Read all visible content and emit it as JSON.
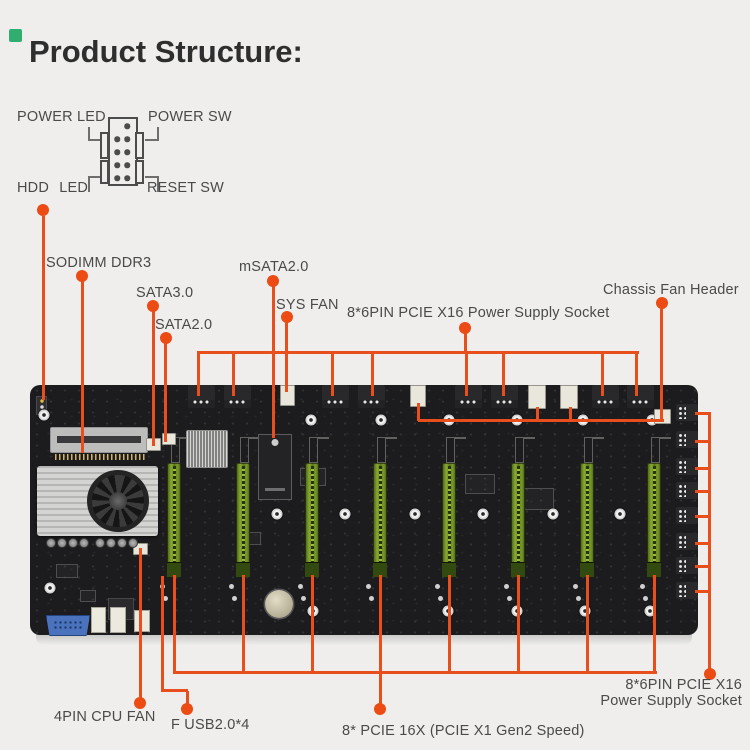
{
  "title": "Product Structure:",
  "logo_color": "#2fae70",
  "pin_header": {
    "power_led": "POWER LED",
    "power_sw": "POWER SW",
    "hdd_led": "HDD LED",
    "reset_sw": "RESET SW"
  },
  "callouts": {
    "sodimm": "SODIMM DDR3",
    "sata3": "SATA3.0",
    "sata2": "SATA2.0",
    "msata": "mSATA2.0",
    "sys_fan": "SYS FAN",
    "psu_top": "8*6PIN PCIE X16 Power Supply Socket",
    "chassis_fan": "Chassis Fan Header",
    "psu_right_line1": "8*6PIN PCIE X16",
    "psu_right_line2": "Power Supply Socket",
    "cpu_fan": "4PIN CPU FAN",
    "f_usb": "F USB2.0*4",
    "pcie": "8* PCIE 16X (PCIE X1 Gen2 Speed)"
  },
  "colors": {
    "accent": "#e94f1d",
    "board": "#1c1c1e",
    "slot_green": "#6f8f24",
    "label": "#4a4a4a",
    "background": "#efeeec"
  }
}
